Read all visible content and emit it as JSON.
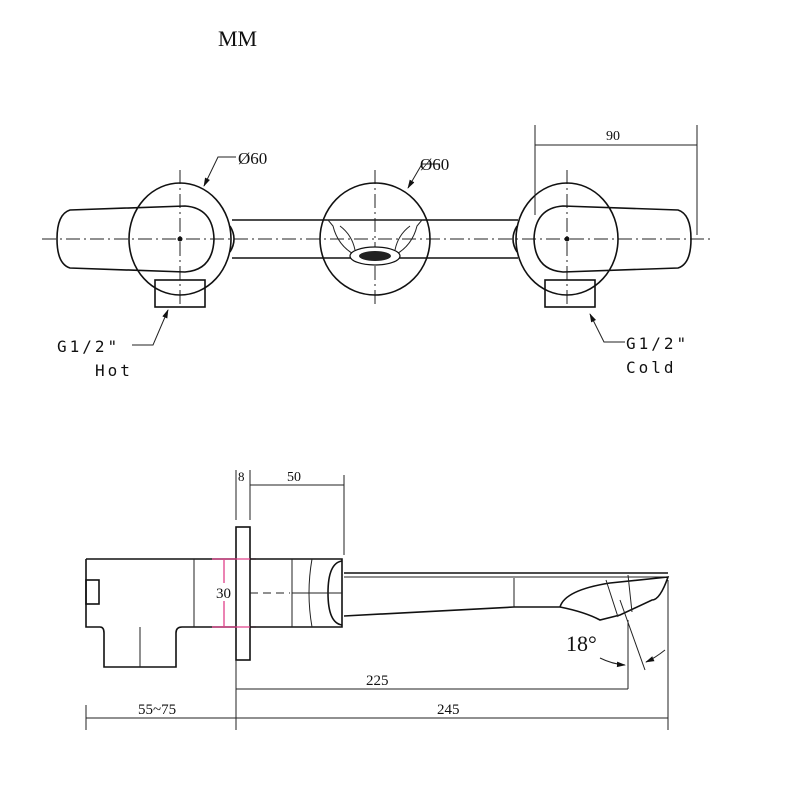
{
  "units": "MM",
  "top_view": {
    "left_rosette_diameter": "Ø60",
    "spout_rosette_diameter": "Ø60",
    "handle_length": "90",
    "hot_inlet": {
      "thread": "G1/2\"",
      "label": "Hot"
    },
    "cold_inlet": {
      "thread": "G1/2\"",
      "label": "Cold"
    }
  },
  "side_view": {
    "plate_thickness": "8",
    "body_projection": "50",
    "body_diameter": "30",
    "spout_angle": "18°",
    "spout_reach": "225",
    "total_length": "245",
    "wall_depth": "55~75"
  },
  "colors": {
    "line": "#111111",
    "highlight": "#e0408a"
  }
}
